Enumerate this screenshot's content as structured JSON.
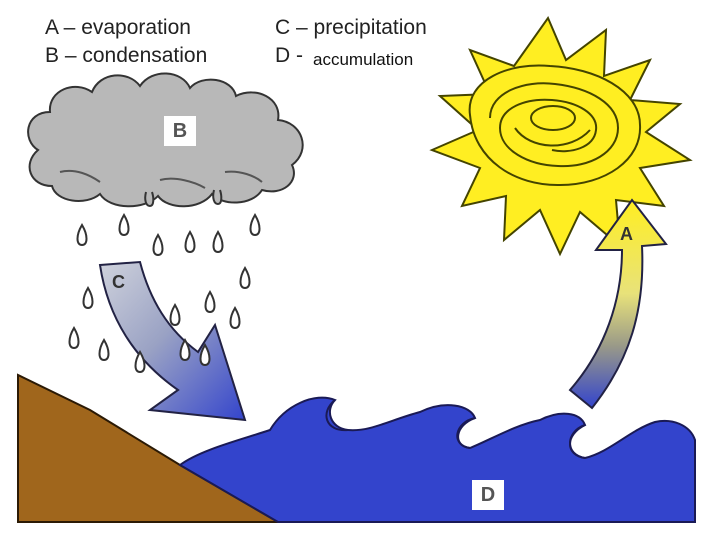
{
  "legend": {
    "a": "A – evaporation",
    "b": "B – condensation",
    "c": "C – precipitation",
    "d_prefix": "D -",
    "d_text": "accumulation"
  },
  "labels": {
    "cloud": "B",
    "precipitation_arrow": "C",
    "evaporation_arrow": "A",
    "water": "D"
  },
  "colors": {
    "sun": "#ffee22",
    "sun_outline": "#444400",
    "cloud": "#b8b8b8",
    "raindrop": "#ffffff",
    "water": "#3344cc",
    "ground": "#a0661c",
    "arrow_c_start": "#c8cbd8",
    "arrow_c_end": "#3344cc",
    "arrow_a_start": "#ffee22",
    "arrow_a_end": "#3344cc"
  }
}
